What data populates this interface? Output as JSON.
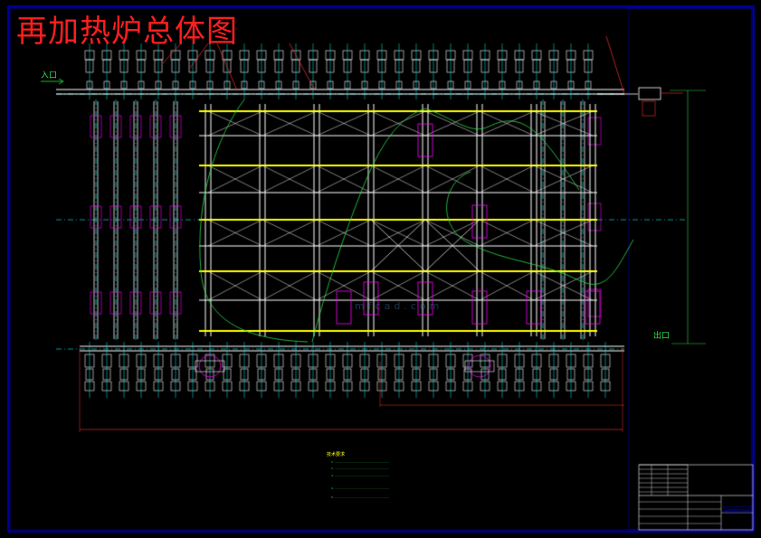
{
  "drawing": {
    "title": "再加热炉总体图",
    "inlet_label": "入口",
    "outlet_label": "出口",
    "watermark": "mfcad.com",
    "notes_title": "技术要求",
    "notes": [
      "1. ……………………………………………………",
      "2. ……………………………………………………",
      "3. ……………………………………………………",
      "4. ……………………………………………………",
      "5. ……………………………………………………"
    ],
    "title_block_name": "再加热炉总体图",
    "colors": {
      "background": "#000000",
      "frame": "#0000ff",
      "title": "#ff1e1e",
      "steel": "#ffffff",
      "beam": "#ffff00",
      "centerline": "#00ffff",
      "annotation": "#2fe04a",
      "equipment": "#ff00ff",
      "dimension": "#ff3030"
    }
  }
}
